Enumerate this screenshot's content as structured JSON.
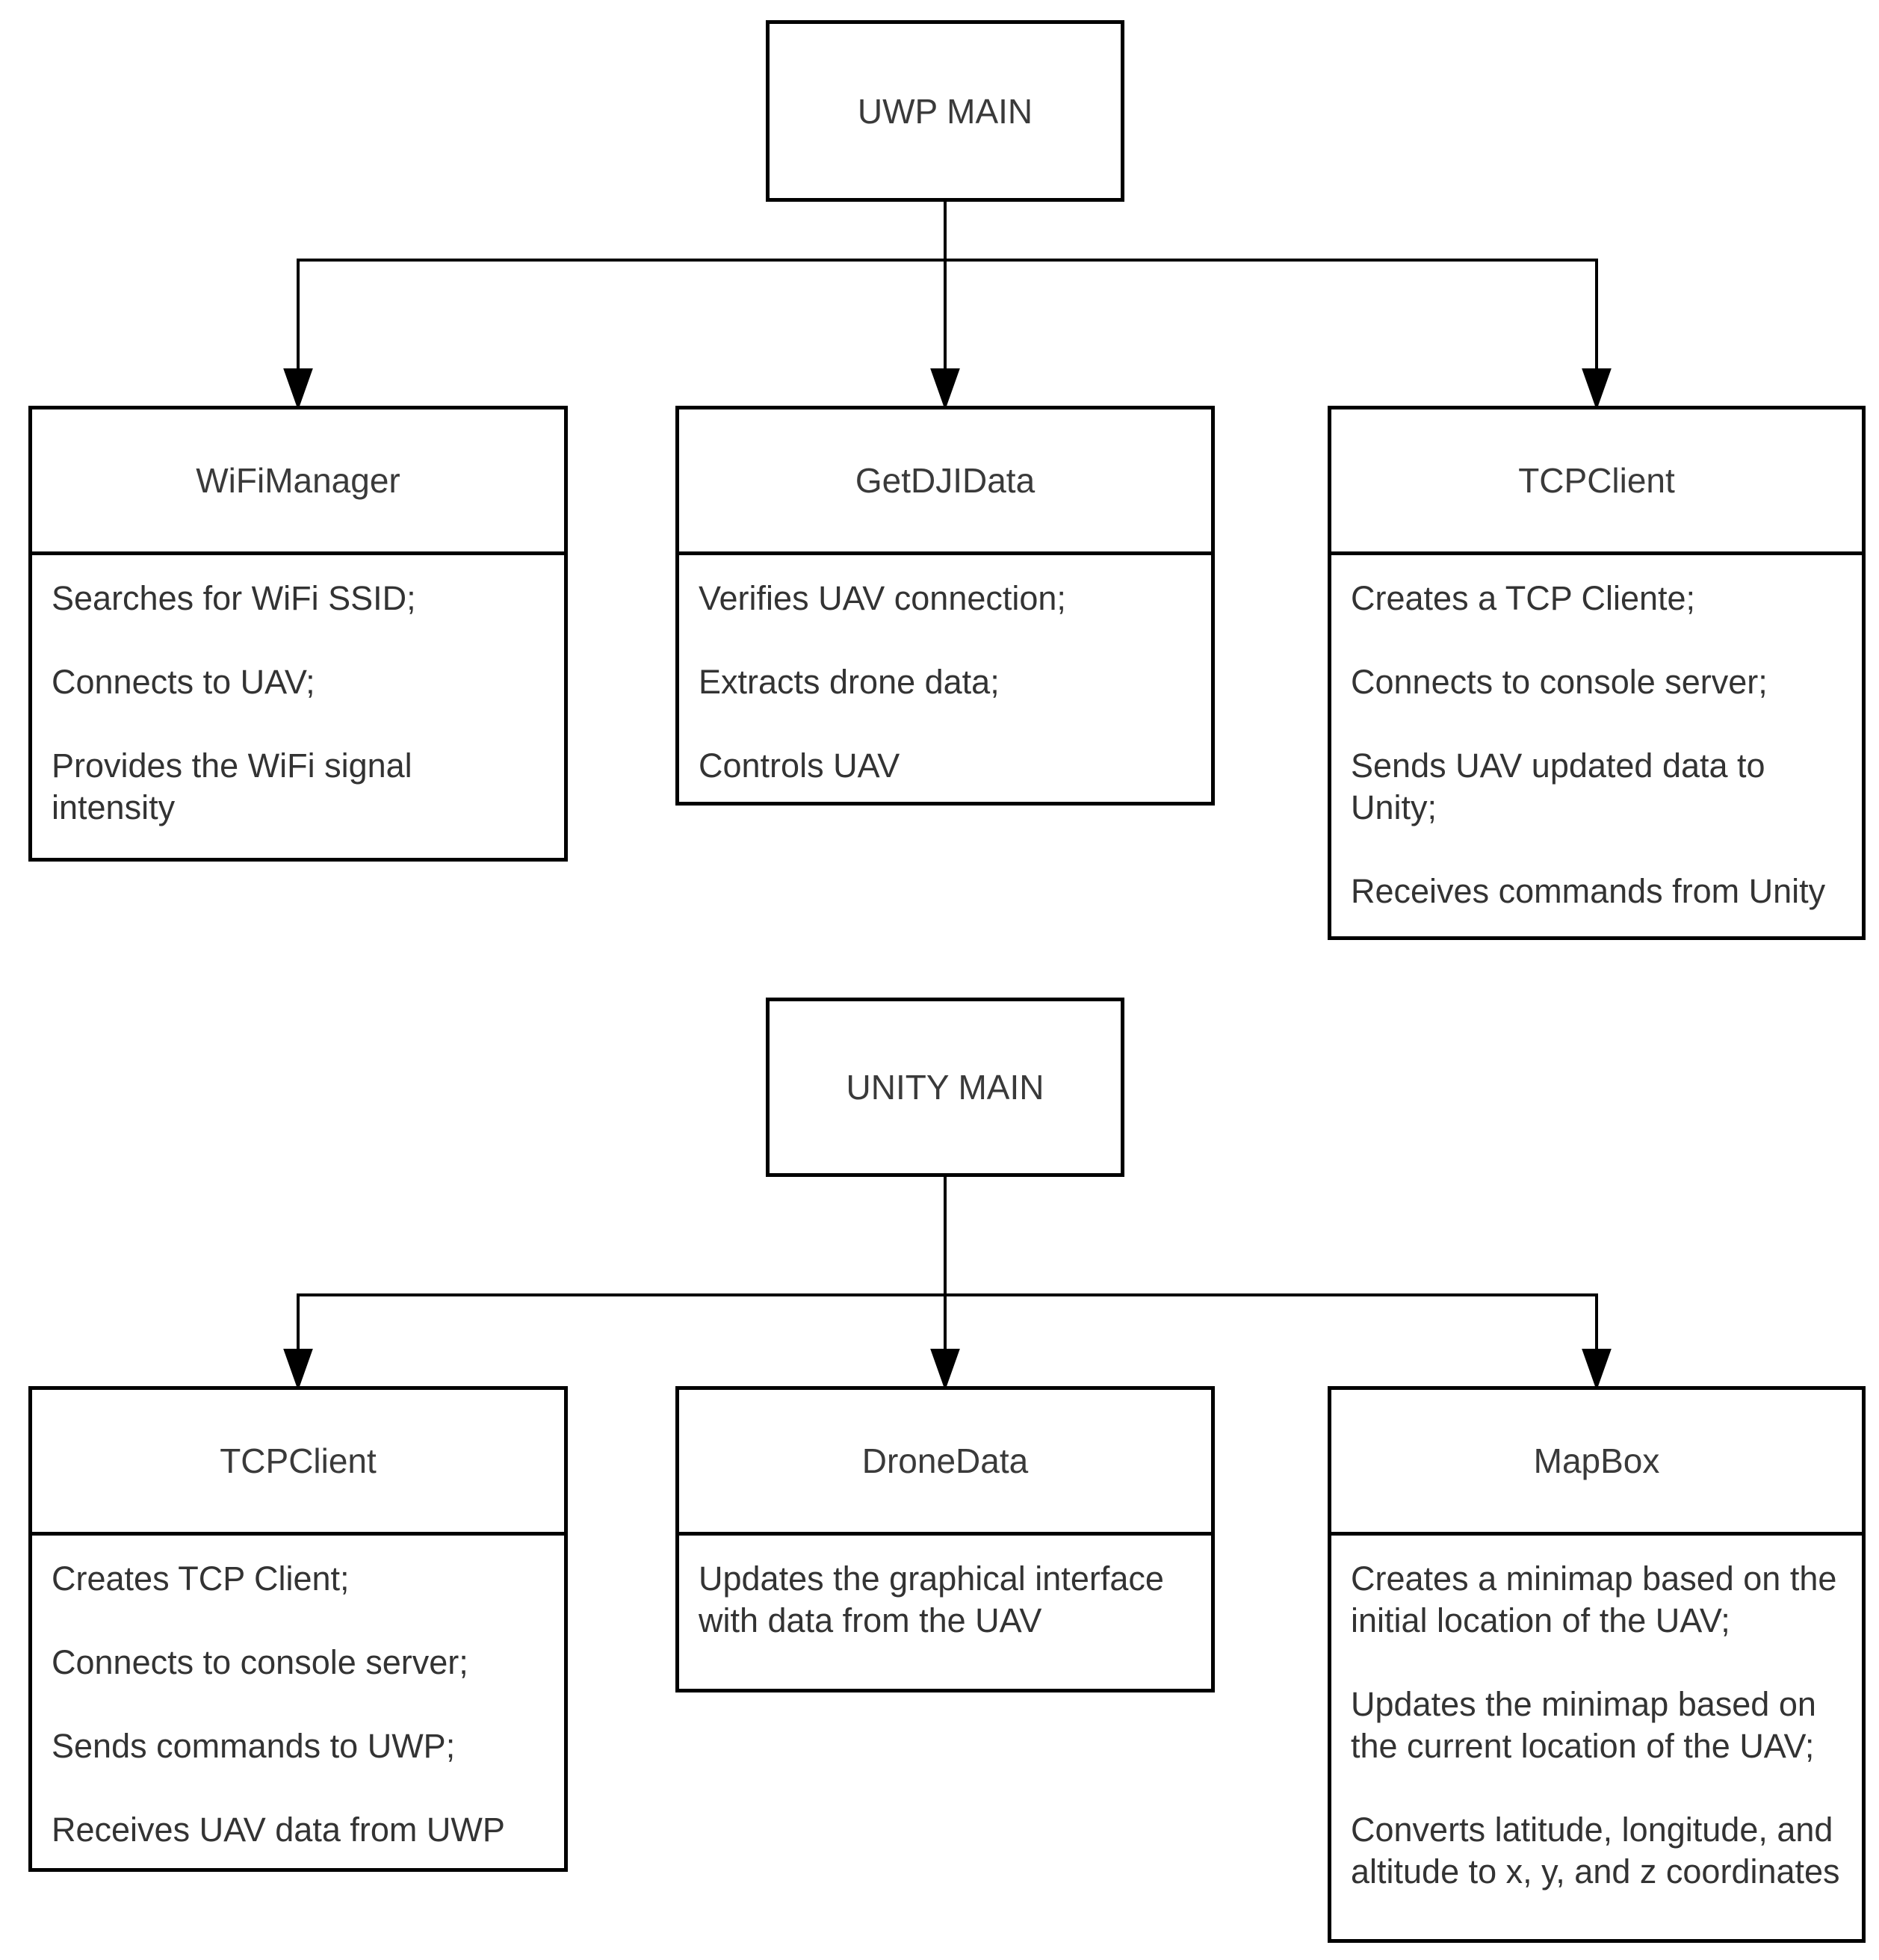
{
  "colors": {
    "border": "#000000",
    "text": "#333333",
    "background": "#ffffff"
  },
  "diagram": {
    "uwp_main": {
      "title": "UWP MAIN"
    },
    "wifi_manager": {
      "title": "WiFiManager",
      "items": [
        "Searches for WiFi SSID;",
        "Connects to UAV;",
        "Provides the WiFi signal intensity"
      ]
    },
    "get_dji_data": {
      "title": "GetDJIData",
      "items": [
        "Verifies UAV connection;",
        "Extracts drone data;",
        "Controls UAV"
      ]
    },
    "tcp_client_uwp": {
      "title": "TCPClient",
      "items": [
        "Creates a TCP Cliente;",
        "Connects to console server;",
        "Sends UAV updated data to Unity;",
        "Receives commands from Unity"
      ]
    },
    "unity_main": {
      "title": "UNITY MAIN"
    },
    "tcp_client_unity": {
      "title": "TCPClient",
      "items": [
        "Creates TCP Client;",
        "Connects to console server;",
        "Sends commands to UWP;",
        "Receives UAV data from UWP"
      ]
    },
    "drone_data": {
      "title": "DroneData",
      "items": [
        "Updates the graphical interface with data from the UAV"
      ]
    },
    "map_box": {
      "title": "MapBox",
      "items": [
        "Creates a minimap based on the initial location of the UAV;",
        "Updates the minimap based on the current location of the UAV;",
        "Converts latitude, longitude, and altitude to x, y, and z coordinates"
      ]
    }
  }
}
